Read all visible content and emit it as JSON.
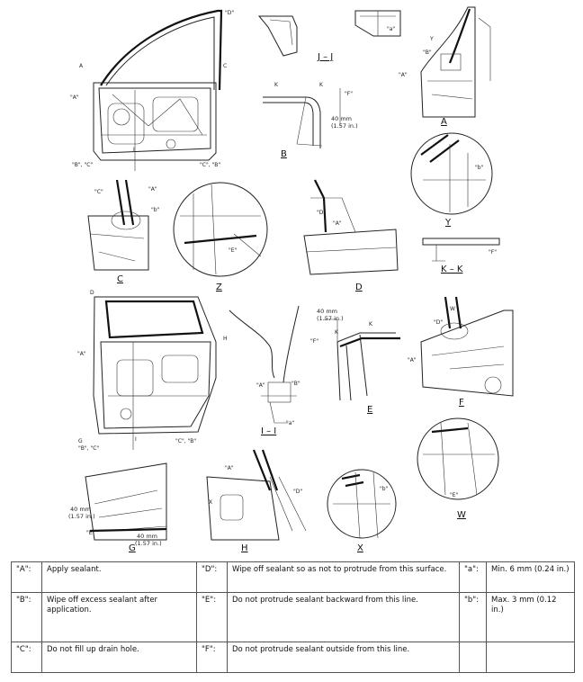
{
  "views": {
    "A": "A",
    "B": "B",
    "C": "C",
    "D": "D",
    "E": "E",
    "F": "F",
    "G": "G",
    "H": "H",
    "W": "W",
    "X": "X",
    "Y": "Y",
    "Z": "Z",
    "JJ": "J – J",
    "KK": "K – K",
    "II": "I – I"
  },
  "callouts": {
    "a": "\"a\"",
    "b": "\"b\"",
    "A": "\"A\"",
    "B": "\"B\"",
    "C": "\"C\"",
    "D": "\"D\"",
    "E": "\"E\"",
    "F": "\"F\"",
    "BC": "\"B\", \"C\"",
    "CB": "\"C\", \"B\"",
    "K": "K",
    "J": "J",
    "I": "I",
    "Ltr_A": "A",
    "Ltr_B": "B",
    "Ltr_C": "C",
    "Ltr_D": "D",
    "Ltr_G": "G",
    "Ltr_H": "H",
    "Ltr_X": "X",
    "Ltr_Y": "Y",
    "Ltr_W": "W"
  },
  "dimensions": {
    "b_mm": "40 mm",
    "b_in": "(1.57 in.)",
    "e_mm": "40 mm",
    "e_in": "(1.57 in.)",
    "g1_mm": "40 mm",
    "g1_in": "(1.57 in.)",
    "g2_mm": "40 mm",
    "g2_in": "(1.57 in.)"
  },
  "legend": [
    [
      {
        "key": "\"A\":",
        "text": "Apply sealant."
      },
      {
        "key": "\"D\":",
        "text": "Wipe off sealant so as not to protrude from this surface."
      },
      {
        "key": "\"a\":",
        "text": "Min. 6 mm (0.24 in.)"
      }
    ],
    [
      {
        "key": "\"B\":",
        "text": "Wipe off excess sealant after application."
      },
      {
        "key": "\"E\":",
        "text": "Do not protrude sealant backward from this line."
      },
      {
        "key": "\"b\":",
        "text": "Max. 3 mm (0.12 in.)"
      }
    ],
    [
      {
        "key": "\"C\":",
        "text": "Do not fill up drain hole."
      },
      {
        "key": "\"F\":",
        "text": "Do not protrude sealant outside from this line."
      },
      {
        "key": "",
        "text": ""
      }
    ]
  ]
}
